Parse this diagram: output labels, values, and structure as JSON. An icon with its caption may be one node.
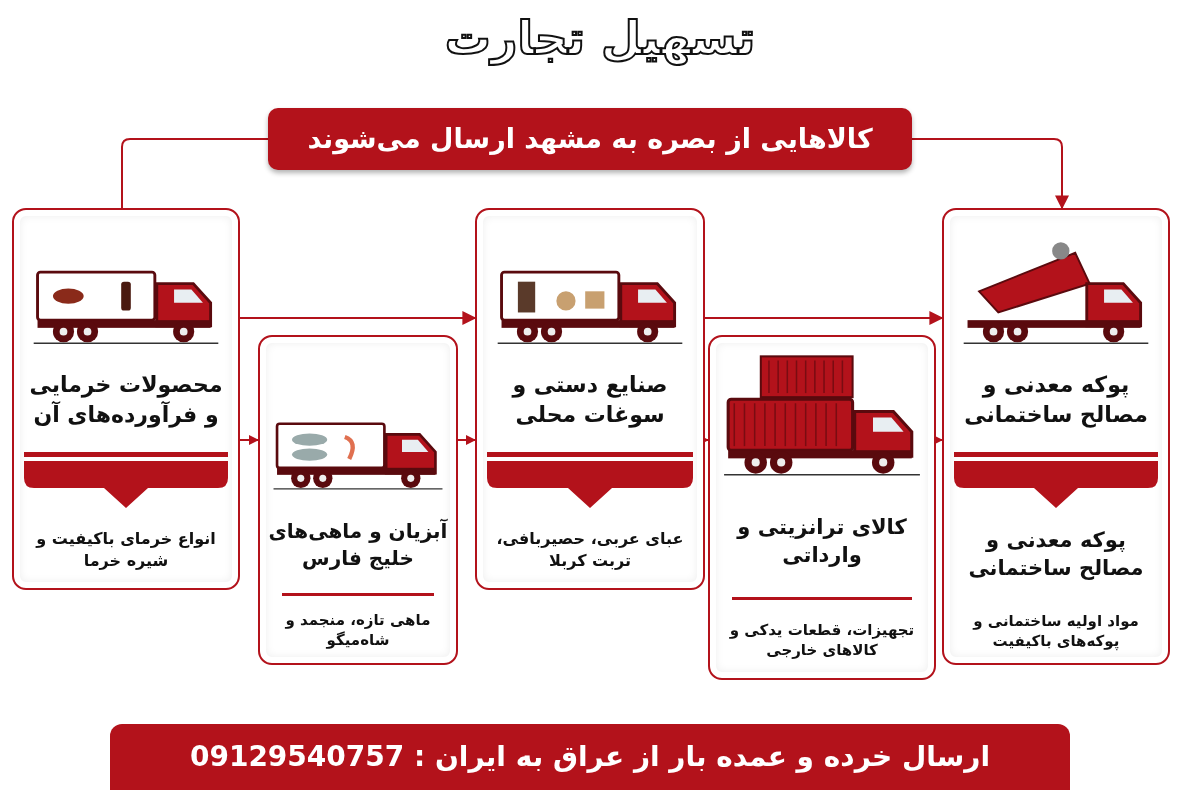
{
  "diagram": {
    "title": "تسهیل تجارت",
    "nodes": [
      {
        "text": [
          "کالاهایی از بصره به مشهد ارسال می‌شوند"
        ]
      },
      {
        "text": [
          "محصولات خرمایی و فرآورده‌های آن",
          "انواع خرمای باکیفیت و شیره خرما"
        ]
      },
      {
        "text": [
          "آبزیان و ماهی‌های خلیج فارس",
          "ماهی تازه، منجمد و شاه‌میگو"
        ]
      },
      {
        "text": [
          "صنایع دستی و سوغات محلی",
          "عبای عربی، حصیربافی، تربت کربلا"
        ]
      },
      {
        "text": [
          "کالای ترانزیتی و وارداتی",
          "تجهیزات، قطعات یدکی و کالاهای خارجی"
        ]
      },
      {
        "text": [
          "پوکه معدنی و مصالح ساختمانی",
          "پوکه معدنی و مصالح ساختمانی",
          "مواد اولیه ساختمانی و پوکه‌های باکیفیت"
        ]
      }
    ],
    "edges": [
      {
        "from": 1,
        "to": 0,
        "arrow": "none"
      },
      {
        "from": 0,
        "to": 5,
        "arrow": "to"
      },
      {
        "from": 1,
        "to": 2,
        "arrow": "to"
      },
      {
        "from": 2,
        "to": 3,
        "arrow": "to"
      },
      {
        "from": 3,
        "to": 4,
        "arrow": "to"
      },
      {
        "from": 4,
        "to": 5,
        "arrow": "to"
      },
      {
        "from": 1,
        "to": 3,
        "arrow": "to"
      },
      {
        "from": 3,
        "to": 5,
        "arrow": "to"
      }
    ],
    "labels": [
      "ارسال خرده و عمده بار از عراق به ایران : 09129540757"
    ]
  }
}
